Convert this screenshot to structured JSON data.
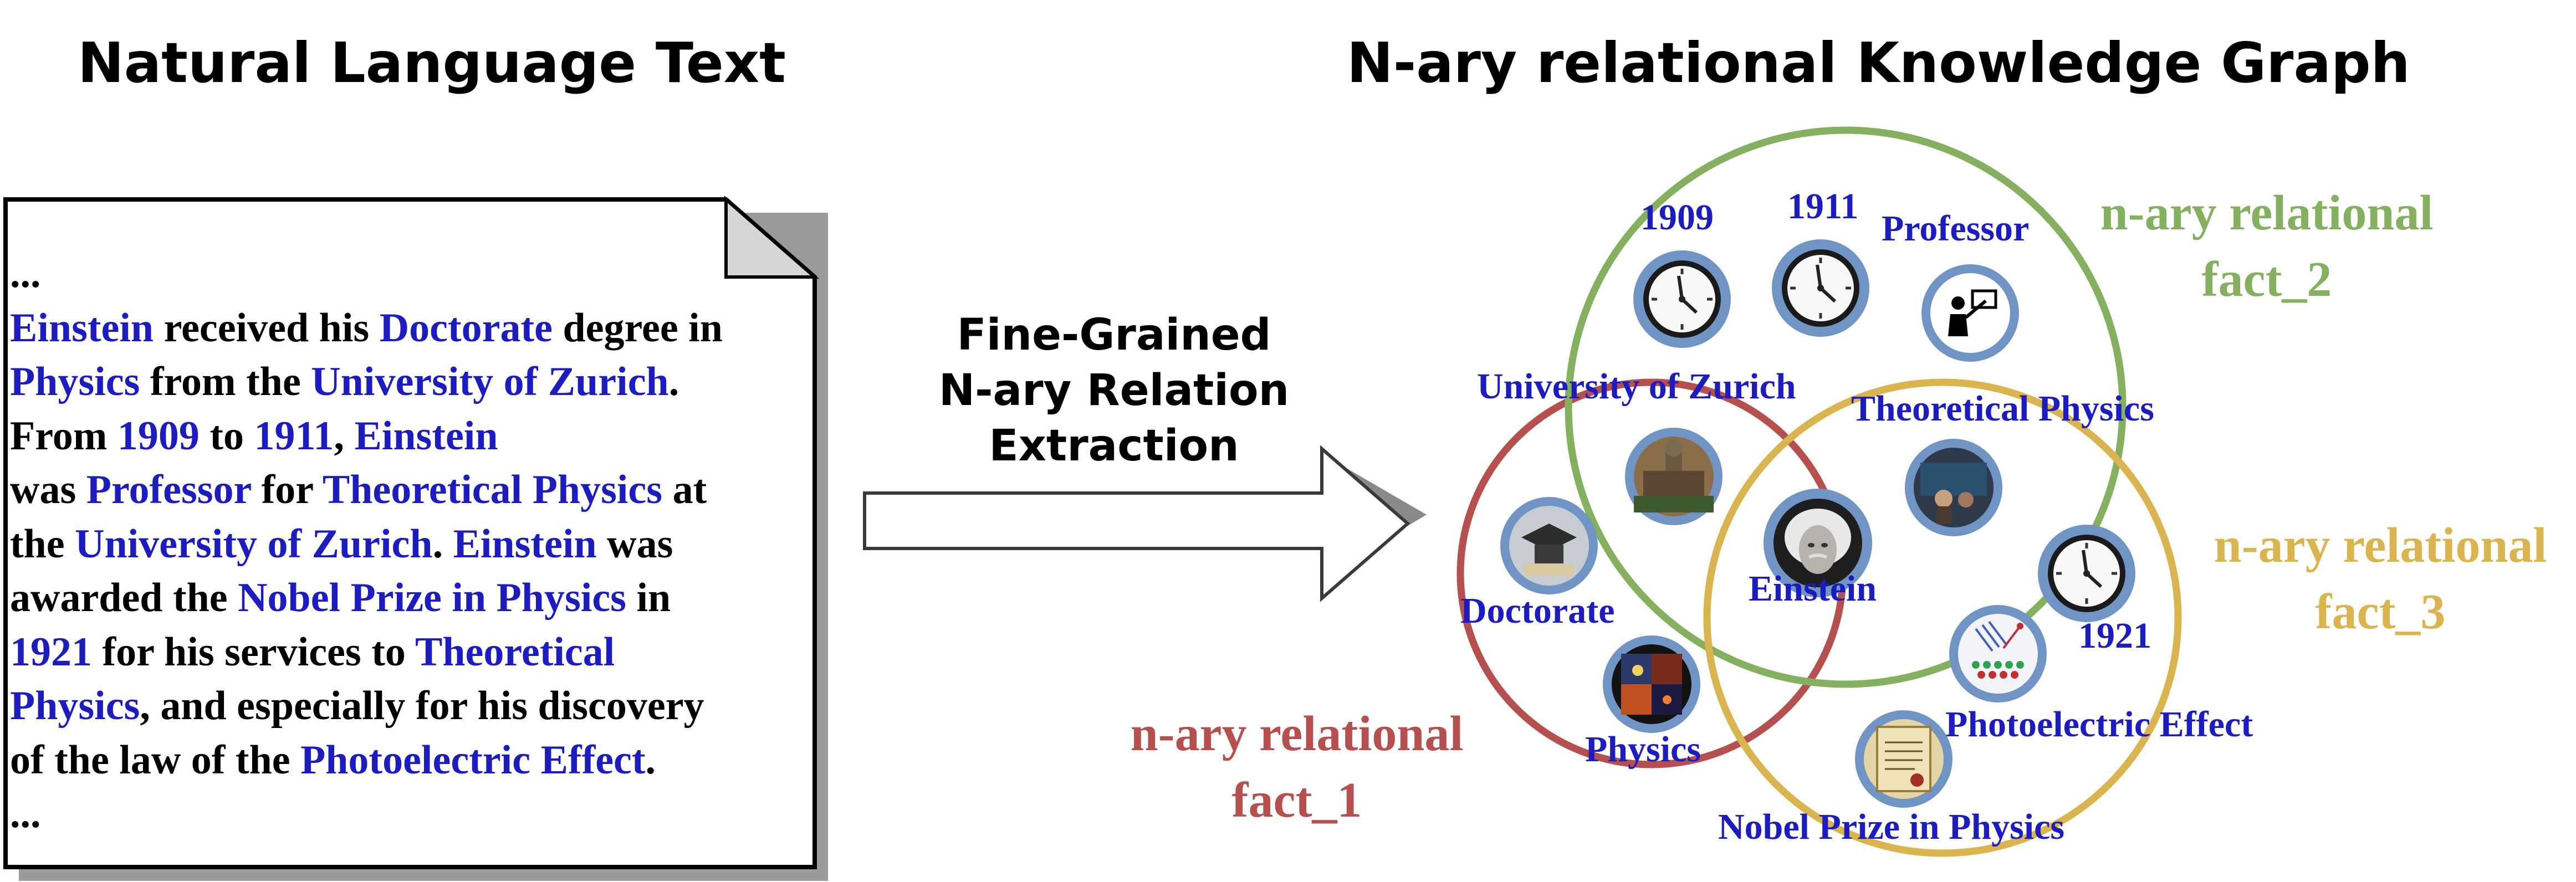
{
  "titles": {
    "left": "Natural Language Text",
    "right": "N-ary relational Knowledge Graph"
  },
  "document": {
    "lines": [
      [
        {
          "t": "...",
          "h": false
        }
      ],
      [
        {
          "t": "Einstein",
          "h": true
        },
        {
          "t": " received his ",
          "h": false
        },
        {
          "t": "Doctorate",
          "h": true
        },
        {
          "t": " degree in",
          "h": false
        }
      ],
      [
        {
          "t": "Physics",
          "h": true
        },
        {
          "t": " from the ",
          "h": false
        },
        {
          "t": "University of Zurich",
          "h": true
        },
        {
          "t": ".",
          "h": false
        }
      ],
      [
        {
          "t": "From ",
          "h": false
        },
        {
          "t": "1909",
          "h": true
        },
        {
          "t": " to ",
          "h": false
        },
        {
          "t": "1911",
          "h": true
        },
        {
          "t": ", ",
          "h": false
        },
        {
          "t": "Einstein",
          "h": true
        }
      ],
      [
        {
          "t": "was ",
          "h": false
        },
        {
          "t": "Professor",
          "h": true
        },
        {
          "t": " for ",
          "h": false
        },
        {
          "t": "Theoretical Physics",
          "h": true
        },
        {
          "t": " at",
          "h": false
        }
      ],
      [
        {
          "t": "the ",
          "h": false
        },
        {
          "t": "University of Zurich",
          "h": true
        },
        {
          "t": ". ",
          "h": false
        },
        {
          "t": "Einstein",
          "h": true
        },
        {
          "t": " was",
          "h": false
        }
      ],
      [
        {
          "t": "awarded the ",
          "h": false
        },
        {
          "t": "Nobel Prize in Physics",
          "h": true
        },
        {
          "t": " in",
          "h": false
        }
      ],
      [
        {
          "t": "1921",
          "h": true
        },
        {
          "t": " for his services to ",
          "h": false
        },
        {
          "t": "Theoretical",
          "h": true
        }
      ],
      [
        {
          "t": "Physics",
          "h": true
        },
        {
          "t": ", and especially for his discovery",
          "h": false
        }
      ],
      [
        {
          "t": "of the law of the ",
          "h": false
        },
        {
          "t": "Photoelectric Effect",
          "h": true
        },
        {
          "t": ".",
          "h": false
        }
      ],
      [
        {
          "t": "...",
          "h": false
        }
      ]
    ]
  },
  "arrow": {
    "lines": [
      "Fine-Grained",
      "N-ary Relation",
      "Extraction"
    ]
  },
  "graph": {
    "facts": [
      {
        "id": "fact_1",
        "lines": [
          "n-ary relational",
          "fact_1"
        ],
        "color": "#b5504e"
      },
      {
        "id": "fact_2",
        "lines": [
          "n-ary relational",
          "fact_2"
        ],
        "color": "#84b060"
      },
      {
        "id": "fact_3",
        "lines": [
          "n-ary relational",
          "fact_3"
        ],
        "color": "#d9b44f"
      }
    ],
    "entities": [
      {
        "name": "year-1909",
        "label": "1909",
        "icon": "clock-icon"
      },
      {
        "name": "year-1911",
        "label": "1911",
        "icon": "clock-icon"
      },
      {
        "name": "professor",
        "label": "Professor",
        "icon": "professor-icon"
      },
      {
        "name": "university-of-zurich",
        "label": "University of Zurich",
        "icon": "university-building-icon"
      },
      {
        "name": "theoretical-physics",
        "label": "Theoretical Physics",
        "icon": "blackboard-photo-icon"
      },
      {
        "name": "doctorate",
        "label": "Doctorate",
        "icon": "graduation-cap-icon"
      },
      {
        "name": "einstein",
        "label": "Einstein",
        "icon": "einstein-portrait-icon"
      },
      {
        "name": "year-1921",
        "label": "1921",
        "icon": "clock-icon"
      },
      {
        "name": "physics",
        "label": "Physics",
        "icon": "physics-collage-icon"
      },
      {
        "name": "photoelectric-effect",
        "label": "Photoelectric Effect",
        "icon": "photoelectric-diagram-icon"
      },
      {
        "name": "nobel-prize-in-physics",
        "label": "Nobel Prize in Physics",
        "icon": "nobel-diploma-icon"
      }
    ]
  },
  "colors": {
    "highlight": "#1c1cbf",
    "icon_ring": "#7094c4"
  }
}
